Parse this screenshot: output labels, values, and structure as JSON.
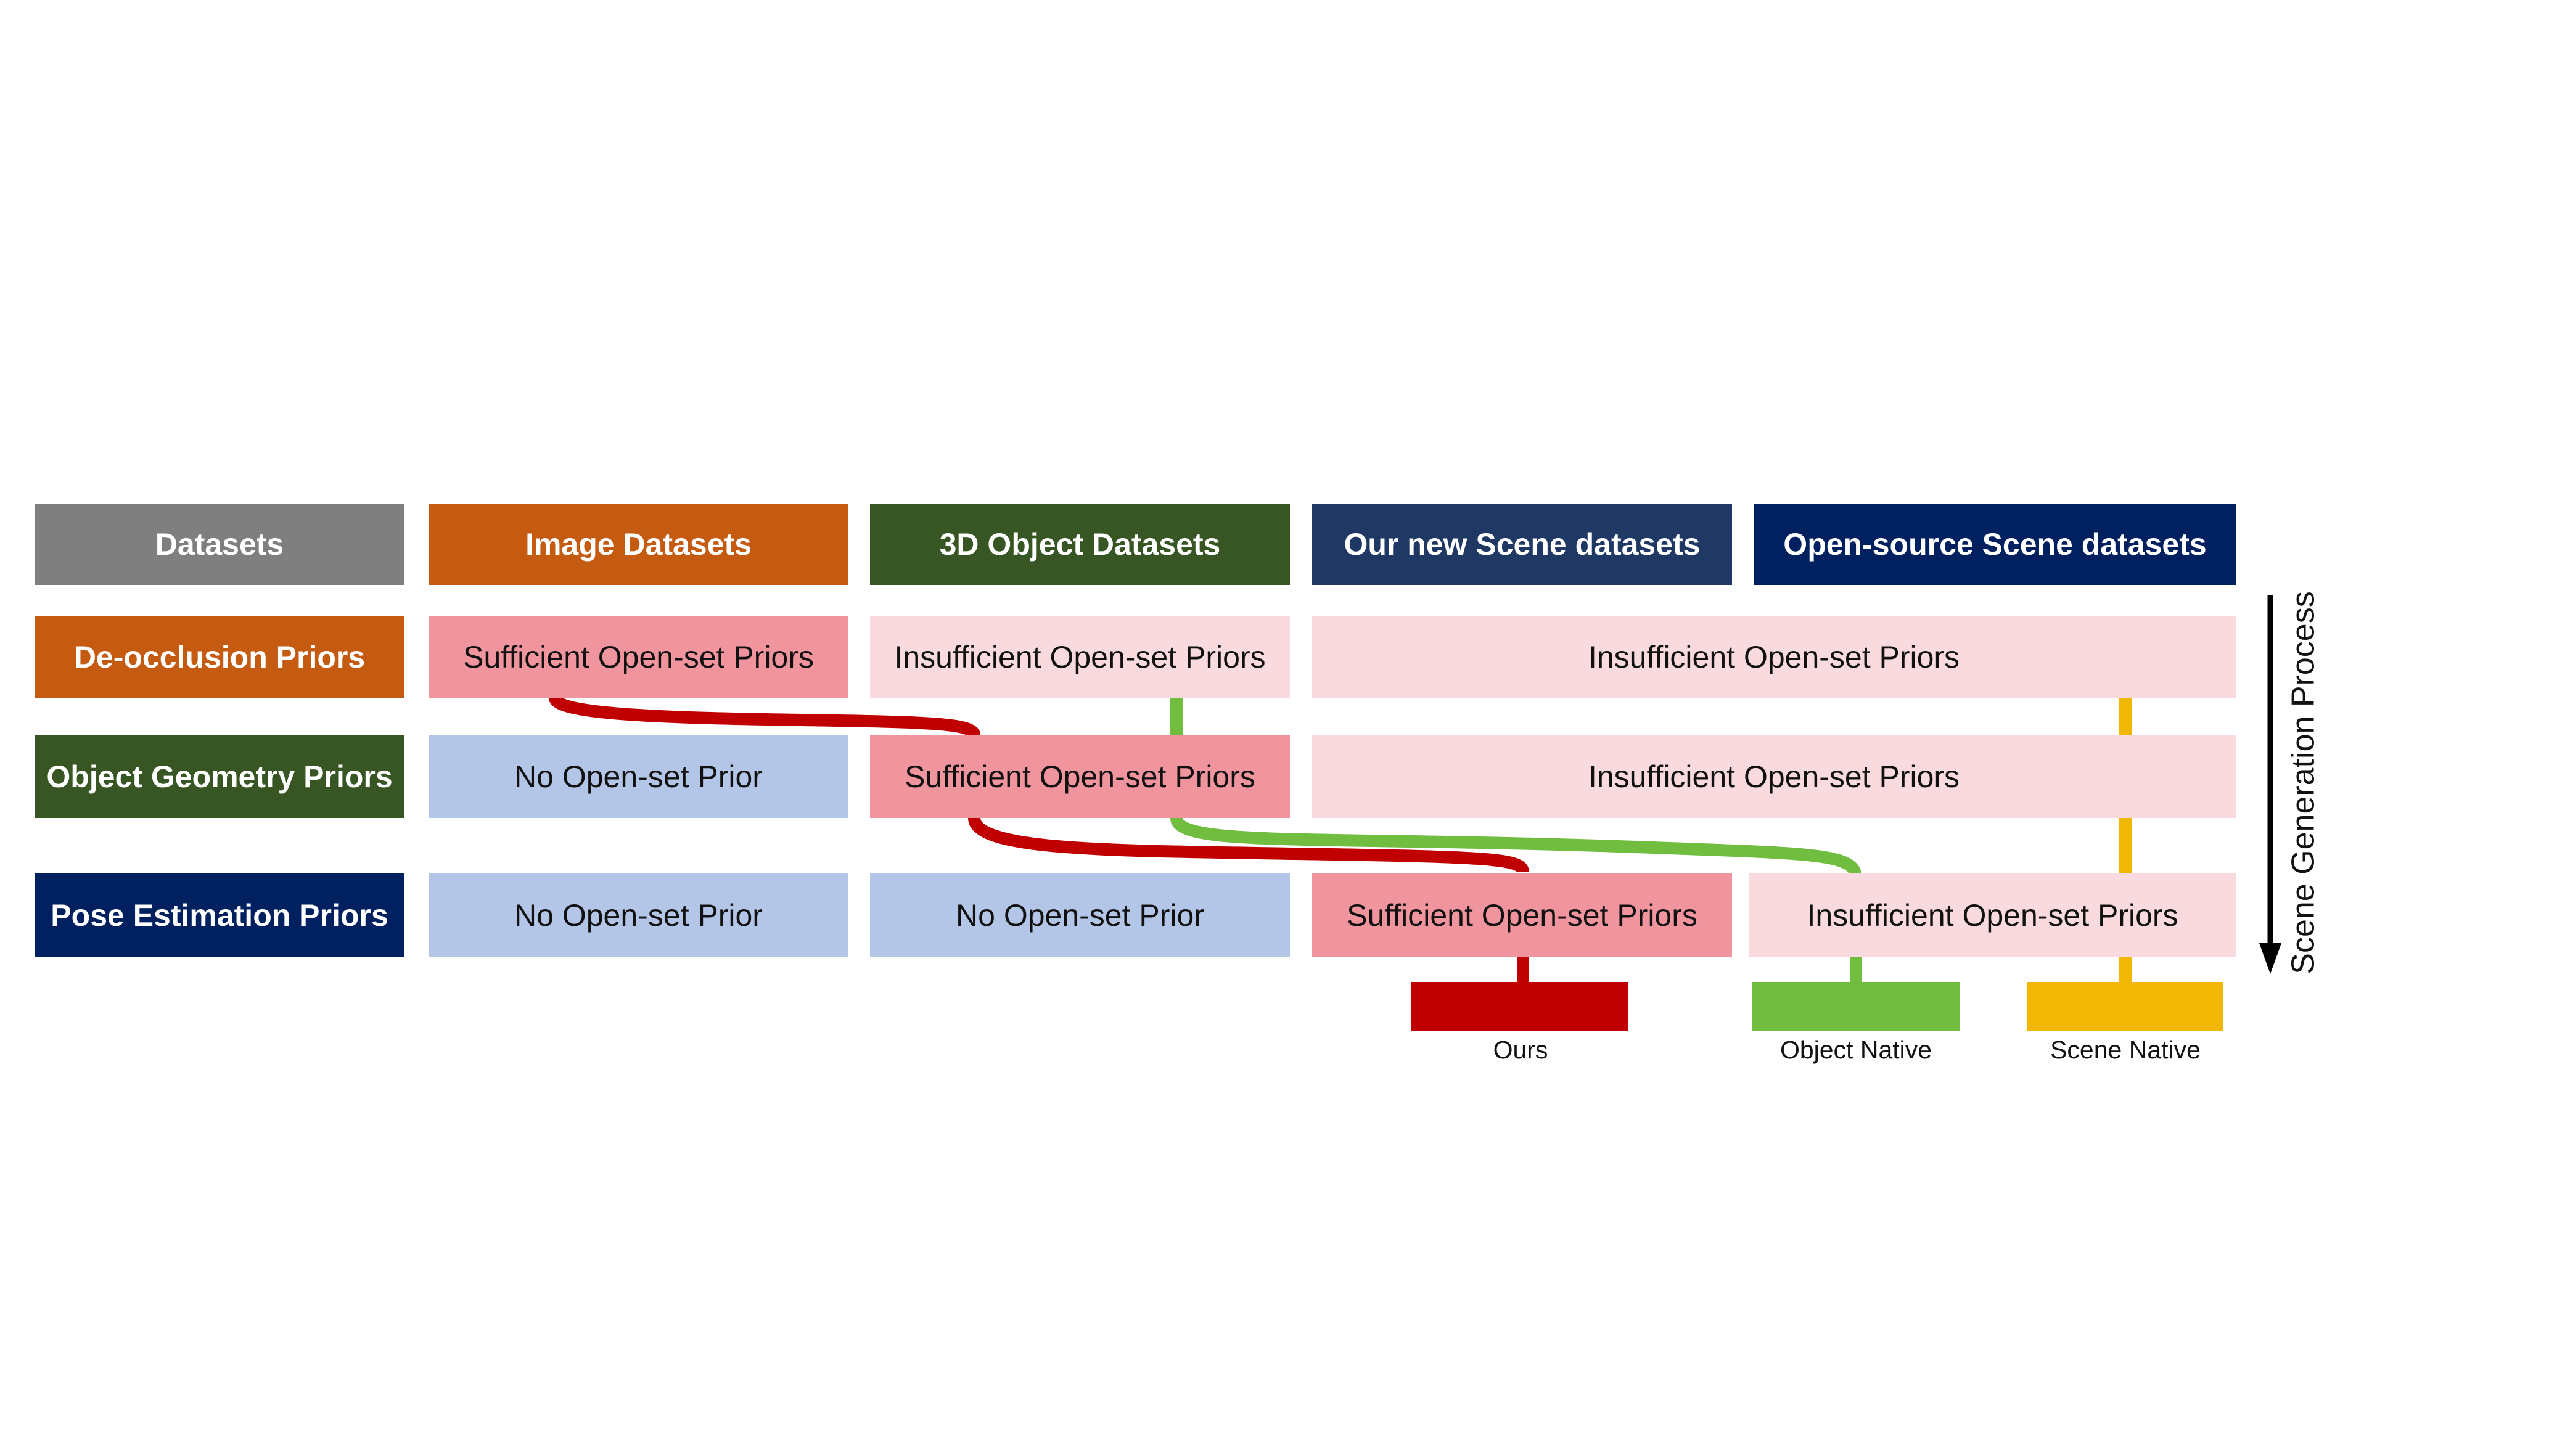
{
  "colors": {
    "datasets": "#7f7f7f",
    "deocclusion": "#c55a11",
    "geometry": "#375623",
    "scene_new": "#203864",
    "scene_open": "#002060",
    "sufficient": "#f0949e",
    "insufficient": "#f9dadf",
    "no_prior": "#b4c6e7",
    "ours": "#c00000",
    "object_native": "#70bd3f",
    "scene_native": "#f2b705"
  },
  "columns": {
    "datasets": "Datasets",
    "image": "Image Datasets",
    "object3d": "3D Object Datasets",
    "scene_new": "Our new Scene datasets",
    "scene_open": "Open-source Scene datasets"
  },
  "rows": {
    "deocclusion": {
      "label": "De-occlusion Priors",
      "image": "Sufficient Open-set Priors",
      "object3d": "Insufficient Open-set Priors",
      "scenes": "Insufficient Open-set Priors"
    },
    "geometry": {
      "label": "Object Geometry Priors",
      "image": "No Open-set Prior",
      "object3d": "Sufficient Open-set Priors",
      "scenes": "Insufficient Open-set Priors"
    },
    "pose": {
      "label": "Pose Estimation Priors",
      "image": "No Open-set Prior",
      "object3d": "No  Open-set Prior",
      "scene_new": "Sufficient Open-set Priors",
      "scene_open": "Insufficient Open-set Priors"
    }
  },
  "legend": {
    "ours": "Ours",
    "object_native": "Object Native",
    "scene_native": "Scene Native"
  },
  "process_label": "Scene Generation Process"
}
